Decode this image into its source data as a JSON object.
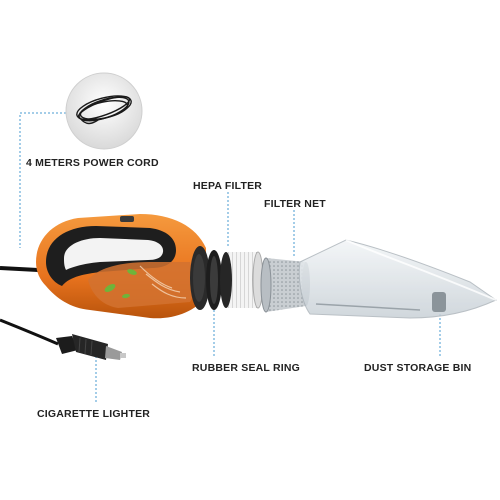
{
  "labels": {
    "power_cord": "4 METERS POWER CORD",
    "hepa_filter": "HEPA FILTER",
    "filter_net": "FILTER NET",
    "rubber_seal_ring": "RUBBER SEAL RING",
    "dust_storage_bin": "DUST STORAGE BIN",
    "cigarette_lighter": "CIGARETTE LIGHTER"
  },
  "colors": {
    "body_orange": "#e8731e",
    "grip_black": "#1e1e1e",
    "leader_line": "#4a9bd0",
    "bin_clear": "#d6dde2",
    "label_text": "#222222"
  },
  "icons": [
    "coiled-cord-icon",
    "cigarette-lighter-plug-icon",
    "vacuum-body-icon",
    "hepa-filter-icon",
    "filter-net-icon",
    "seal-ring-icon",
    "dust-bin-icon"
  ]
}
